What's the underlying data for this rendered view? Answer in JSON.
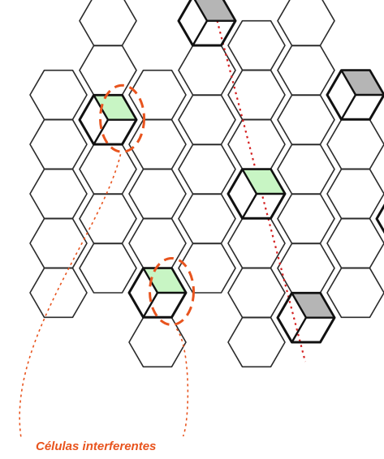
{
  "label": "Células interferentes",
  "colors": {
    "edge": "#2b2b2b",
    "cluster_edge": "#111111",
    "sector_shaded": "#b5b5b5",
    "sector_interfering": "#c8f5c4",
    "annotation": "#e8541e",
    "axis": "#d42020"
  },
  "grid": {
    "columns": 7,
    "hexes": [
      {
        "col": 0,
        "rows": [
          2,
          3,
          4,
          5,
          6
        ]
      },
      {
        "col": 1,
        "rows": [
          1,
          2,
          3,
          4,
          5,
          6
        ]
      },
      {
        "col": 2,
        "rows": [
          2,
          3,
          4,
          5,
          6,
          7
        ]
      },
      {
        "col": 3,
        "rows": [
          1,
          2,
          3,
          4,
          5,
          6
        ]
      },
      {
        "col": 4,
        "rows": [
          1,
          2,
          3,
          4,
          5,
          6,
          7
        ]
      },
      {
        "col": 5,
        "rows": [
          1,
          2,
          3,
          4,
          5,
          6
        ]
      },
      {
        "col": 6,
        "rows": [
          2,
          3,
          4,
          5,
          6
        ]
      }
    ]
  },
  "sectored_cells": [
    {
      "col": 3,
      "row": 1,
      "sector": "shaded"
    },
    {
      "col": 6,
      "row": 2,
      "sector": "shaded"
    },
    {
      "col": 1,
      "row": 3,
      "sector": "interfering"
    },
    {
      "col": 4,
      "row": 4,
      "sector": "interfering"
    },
    {
      "col": 7,
      "row": 5,
      "sector": "shaded"
    },
    {
      "col": 2,
      "row": 6,
      "sector": "interfering"
    },
    {
      "col": 5,
      "row": 7,
      "sector": "shaded"
    }
  ],
  "annotated_cells": [
    {
      "col": 1,
      "row": 3
    },
    {
      "col": 2,
      "row": 6
    }
  ]
}
